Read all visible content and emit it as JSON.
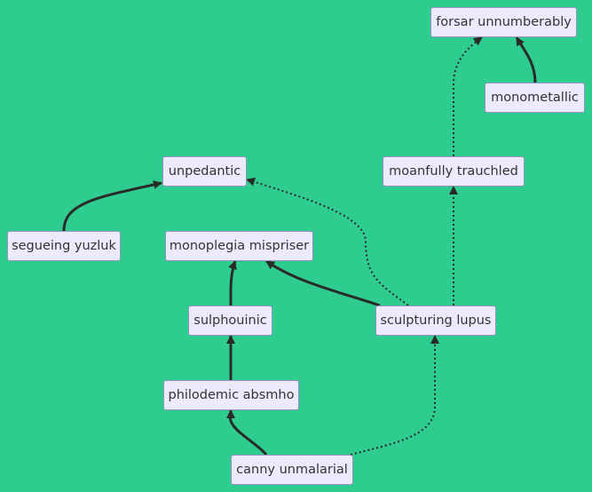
{
  "colors": {
    "background": "#2ecc8f",
    "node_fill": "#ecebfd",
    "node_border": "#9a8fc9",
    "edge": "#2a2a2a",
    "text": "#333333"
  },
  "nodes": {
    "forsar": "forsar unnumberably",
    "monometallic": "monometallic",
    "unpedantic": "unpedantic",
    "moanfully": "moanfully trauchled",
    "segueing": "segueing yuzluk",
    "monoplegia": "monoplegia mispriser",
    "sulphouinic": "sulphouinic",
    "sculpturing": "sculpturing lupus",
    "philodemic": "philodemic absmho",
    "canny": "canny unmalarial"
  },
  "edges": [
    {
      "from": "monometallic",
      "to": "forsar unnumberably",
      "style": "solid"
    },
    {
      "from": "moanfully trauchled",
      "to": "forsar unnumberably",
      "style": "dotted"
    },
    {
      "from": "segueing yuzluk",
      "to": "unpedantic",
      "style": "solid"
    },
    {
      "from": "sculpturing lupus",
      "to": "unpedantic",
      "style": "dotted"
    },
    {
      "from": "sculpturing lupus",
      "to": "moanfully trauchled",
      "style": "dotted"
    },
    {
      "from": "sculpturing lupus",
      "to": "monoplegia mispriser",
      "style": "solid"
    },
    {
      "from": "sulphouinic",
      "to": "monoplegia mispriser",
      "style": "solid"
    },
    {
      "from": "philodemic absmho",
      "to": "sulphouinic",
      "style": "solid"
    },
    {
      "from": "canny unmalarial",
      "to": "philodemic absmho",
      "style": "solid"
    },
    {
      "from": "canny unmalarial",
      "to": "sculpturing lupus",
      "style": "dotted"
    }
  ]
}
